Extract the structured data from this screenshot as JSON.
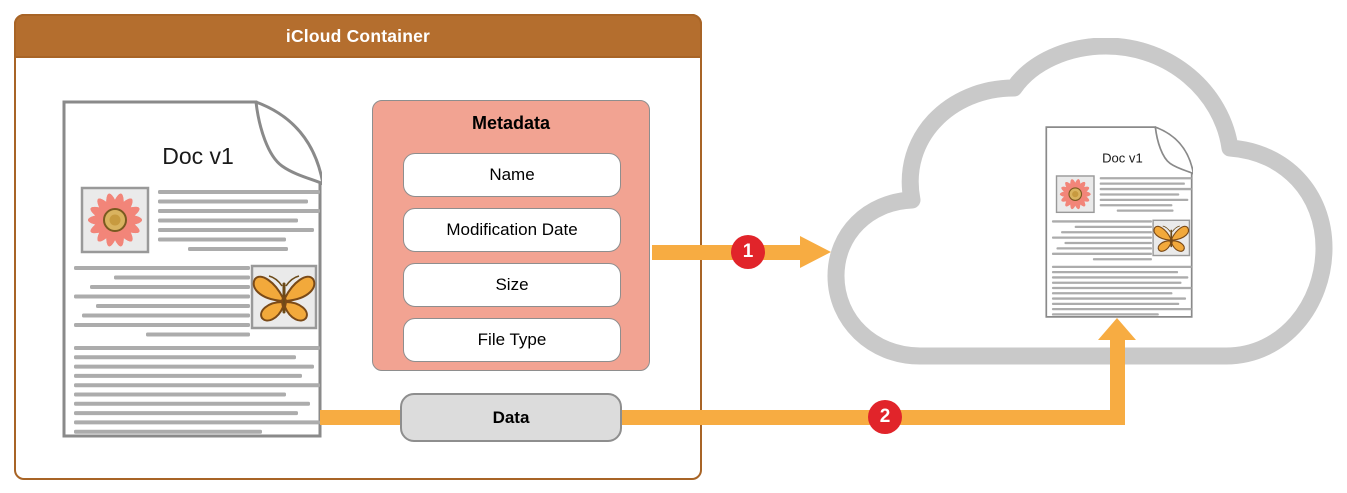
{
  "container": {
    "title": "iCloud Container"
  },
  "document": {
    "title": "Doc v1"
  },
  "cloud_document": {
    "title": "Doc v1"
  },
  "metadata": {
    "title": "Metadata",
    "fields": [
      "Name",
      "Modification Date",
      "Size",
      "File Type"
    ]
  },
  "data_pill": {
    "label": "Data"
  },
  "steps": [
    {
      "number": "1"
    },
    {
      "number": "2"
    }
  ],
  "colors": {
    "header_bg": "#B46E2E",
    "container_border": "#A86426",
    "metadata_bg": "#F2A392",
    "pill_bg": "#DCDCDC",
    "arrow": "#F7AC42",
    "badge": "#E1242A",
    "cloud": "#C9C9C9",
    "doc_border": "#8A8A8A",
    "line_gray": "#ACACAC",
    "flower": "#F28579",
    "butterfly": "#F2A93B"
  }
}
